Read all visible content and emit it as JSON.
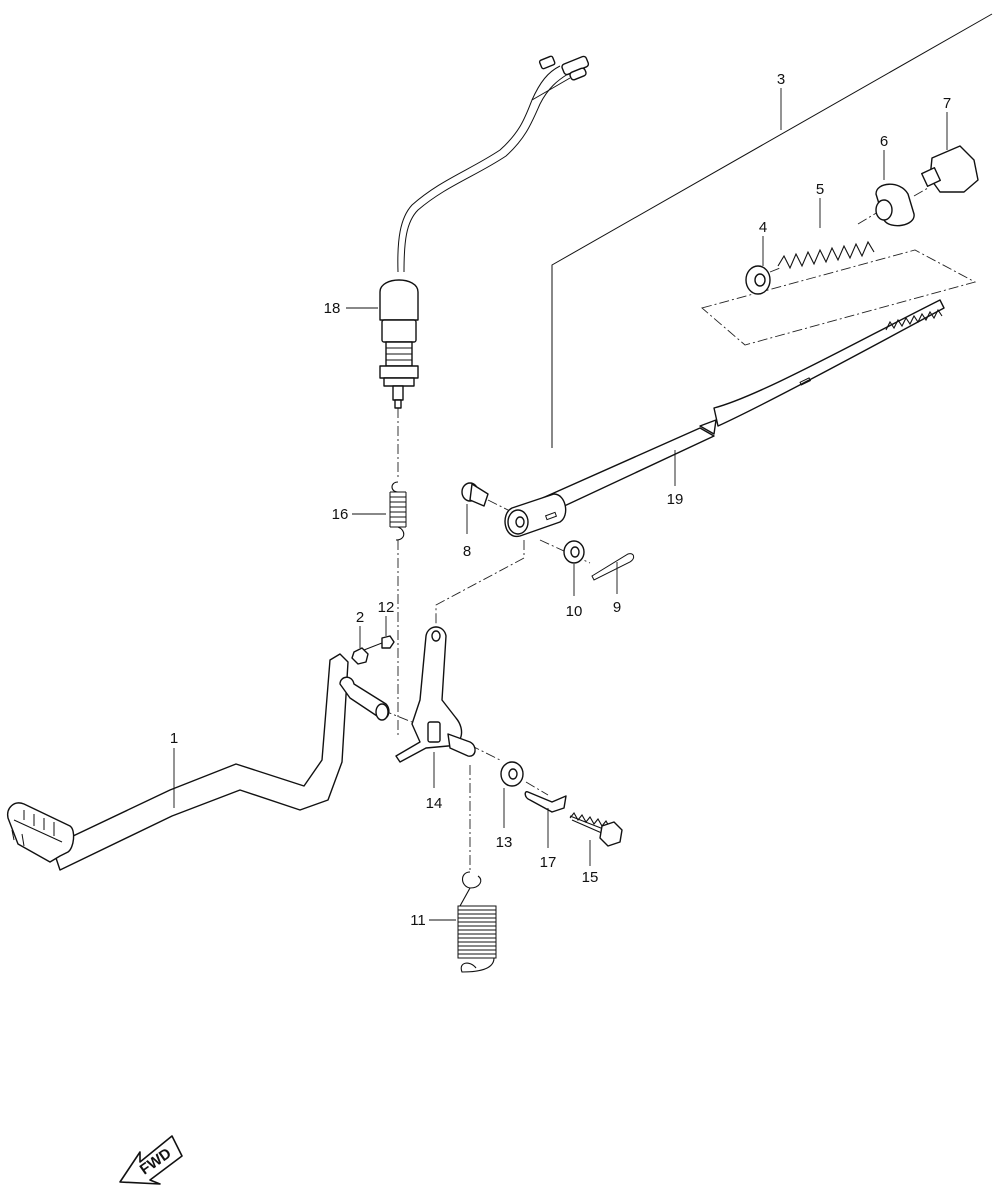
{
  "callouts": [
    {
      "id": "1",
      "label": "1"
    },
    {
      "id": "2",
      "label": "2"
    },
    {
      "id": "3",
      "label": "3"
    },
    {
      "id": "4",
      "label": "4"
    },
    {
      "id": "5",
      "label": "5"
    },
    {
      "id": "6",
      "label": "6"
    },
    {
      "id": "7",
      "label": "7"
    },
    {
      "id": "8",
      "label": "8"
    },
    {
      "id": "9",
      "label": "9"
    },
    {
      "id": "10",
      "label": "10"
    },
    {
      "id": "11",
      "label": "11"
    },
    {
      "id": "12",
      "label": "12"
    },
    {
      "id": "13",
      "label": "13"
    },
    {
      "id": "14",
      "label": "14"
    },
    {
      "id": "15",
      "label": "15"
    },
    {
      "id": "16",
      "label": "16"
    },
    {
      "id": "17",
      "label": "17"
    },
    {
      "id": "18",
      "label": "18"
    },
    {
      "id": "19",
      "label": "19"
    }
  ],
  "direction": {
    "label": "FWD",
    "icon": "fwd-arrow-icon"
  },
  "colors": {
    "ink": "#111111",
    "background": "#ffffff"
  }
}
